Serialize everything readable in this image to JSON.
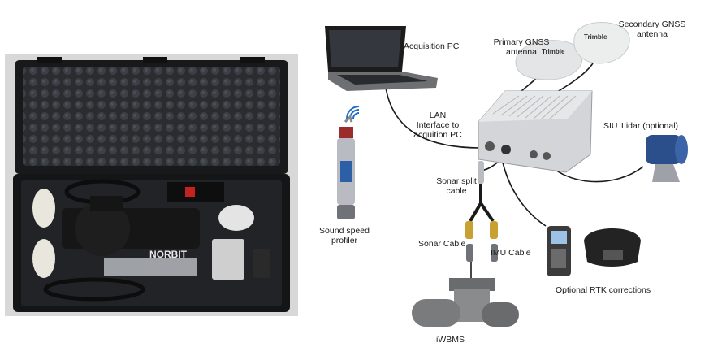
{
  "photo": {
    "case_brand": "NORBIT",
    "antenna_brand": "Trimble"
  },
  "diagram": {
    "labels": {
      "acquisition_pc": "Acquisition PC",
      "primary_gnss": [
        "Primary GNSS",
        "antenna"
      ],
      "secondary_gnss": [
        "Secondary GNSS",
        "antenna"
      ],
      "siu": "SIU",
      "lidar": "Lidar (optional)",
      "lan": [
        "LAN",
        "Interface to",
        "acquition PC"
      ],
      "sound_speed": [
        "Sound speed",
        "profiler"
      ],
      "sonar_split": [
        "Sonar split",
        "cable"
      ],
      "sonar_cable": "Sonar Cable",
      "imu_cable": "IMU Cable",
      "rtk": "Optional RTK corrections",
      "iwbms": "iWBMS"
    },
    "colors": {
      "cable": "#1a1a1a",
      "device_gray": "#c9c9c9",
      "lidar_blue": "#2b4f8a",
      "wifi_blue": "#1f6fc5"
    }
  }
}
